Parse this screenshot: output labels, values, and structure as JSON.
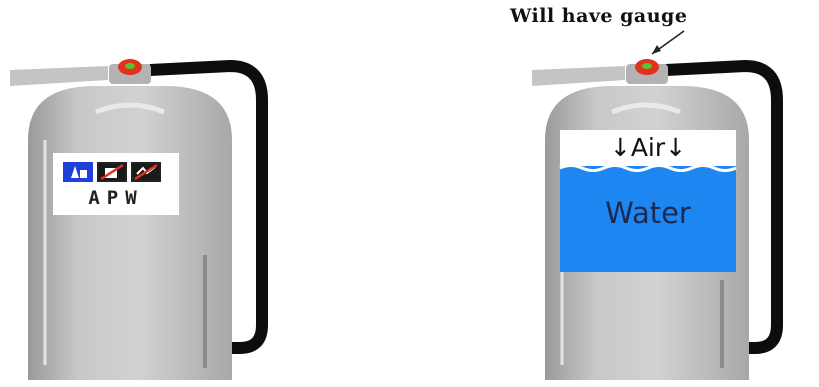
{
  "callout": {
    "text": "Will have gauge"
  },
  "left_extinguisher": {
    "placard": {
      "icons": [
        "wood-paper-fire-icon",
        "flammable-liquid-fire-icon",
        "electrical-fire-icon"
      ],
      "code": "APW"
    }
  },
  "right_extinguisher": {
    "air_label": "↓Air↓",
    "water_label": "Water"
  },
  "colors": {
    "body": "#bdbdbd",
    "water": "#1e86f0",
    "hose": "#0d0d0d",
    "indicator": "#e0321e",
    "icon_blue": "#1f3fd9"
  }
}
